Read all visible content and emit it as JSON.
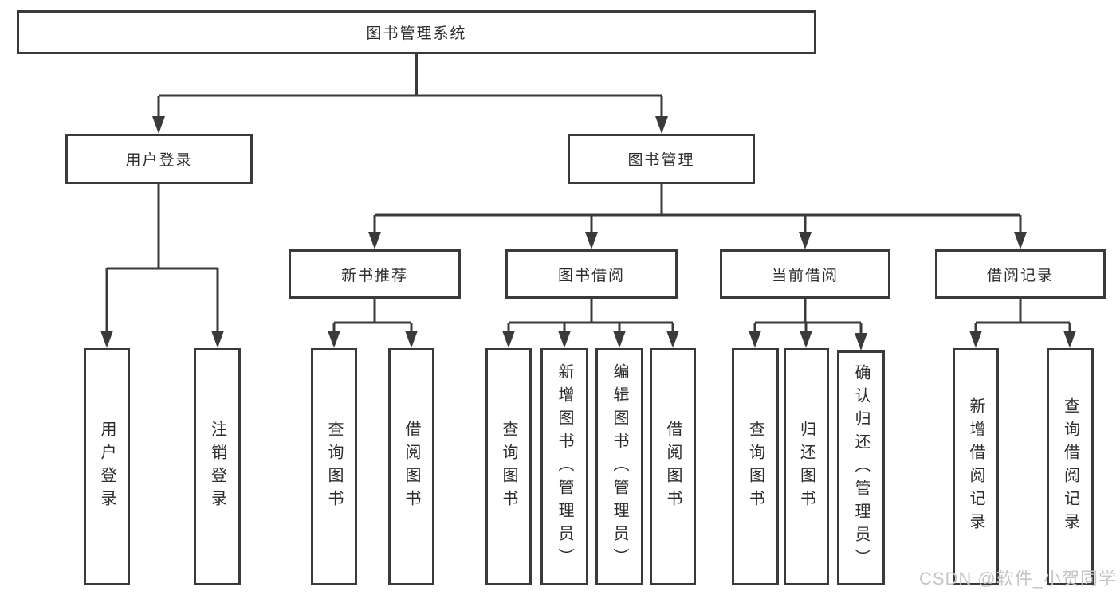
{
  "tree": {
    "root": "图书管理系统",
    "branches": [
      {
        "label": "用户登录",
        "children": [
          "用户登录",
          "注销登录"
        ]
      },
      {
        "label": "图书管理",
        "children": [
          {
            "label": "新书推荐",
            "children": [
              "查询图书",
              "借阅图书"
            ]
          },
          {
            "label": "图书借阅",
            "children": [
              "查询图书",
              "新增图书（管理员）",
              "编辑图书（管理员）",
              "借阅图书"
            ]
          },
          {
            "label": "当前借阅",
            "children": [
              "查询图书",
              "归还图书",
              "确认归还（管理员）"
            ]
          },
          {
            "label": "借阅记录",
            "children": [
              "新增借阅记录",
              "查询借阅记录"
            ]
          }
        ]
      }
    ]
  },
  "watermark": {
    "text": "CSDN @软件_小贺同学"
  },
  "colors": {
    "line": "#3a3a3a",
    "text": "#2d2d2d",
    "watermark": "#c5c5c5",
    "background": "#ffffff"
  }
}
